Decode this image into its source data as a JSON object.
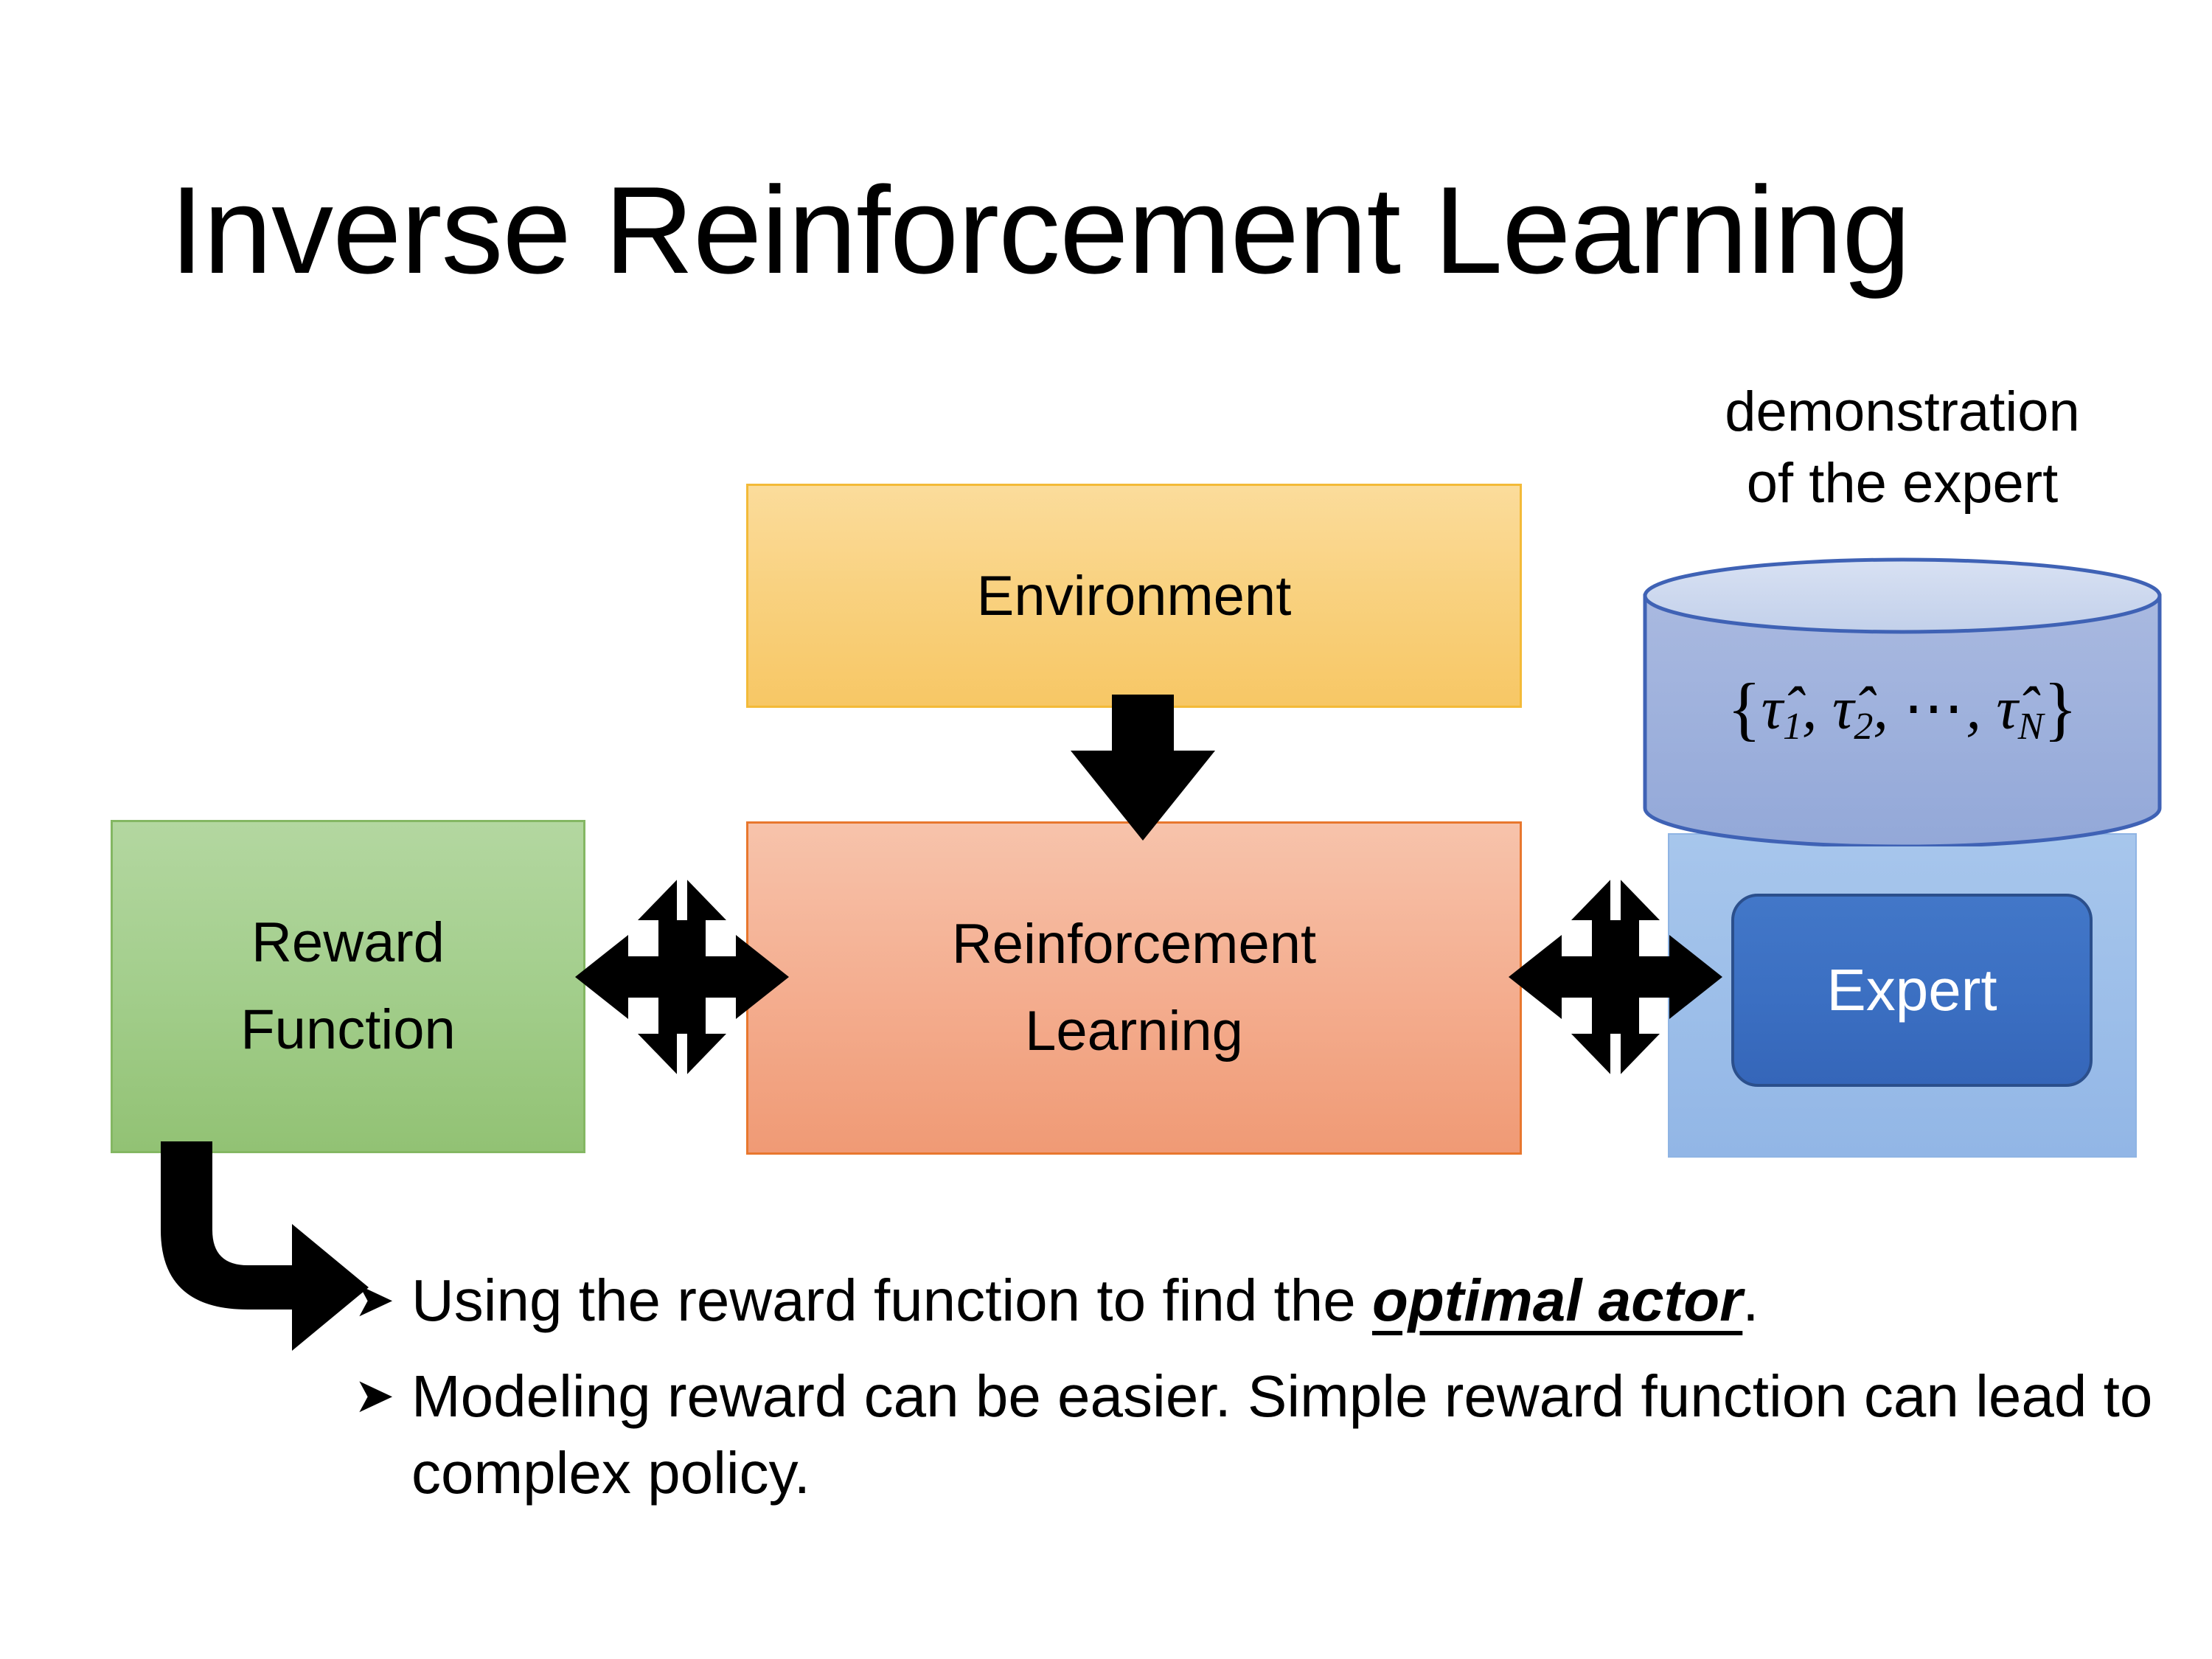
{
  "slide": {
    "title": "Inverse Reinforcement Learning",
    "background_color": "#FFFFFF"
  },
  "diagram": {
    "environment": {
      "label": "Environment",
      "fill_top": "#FBDC9B",
      "fill_bottom": "#F7C765",
      "border_color": "#F3BA38"
    },
    "reinforcement_learning": {
      "label_line1": "Reinforcement",
      "label_line2": "Learning",
      "fill_top": "#F7C3AB",
      "fill_bottom": "#F09A75",
      "border_color": "#E8772E"
    },
    "reward_function": {
      "label_line1": "Reward",
      "label_line2": "Function",
      "fill_top": "#B3D7A0",
      "fill_bottom": "#92C274",
      "border_color": "#84B763"
    },
    "demonstration": {
      "caption_line1": "demonstration",
      "caption_line2": "of the expert",
      "cylinder_label": "{τ̂1, τ̂2, ⋯, τ̂N}",
      "cylinder_tokens": {
        "open_brace": "{",
        "tau1": "τ̂",
        "sub1": "1",
        "sep1": ", ",
        "tau2": "τ̂",
        "sub2": "2",
        "sep2": ", ",
        "ellipsis": "⋯",
        "sep3": ", ",
        "tauN": "τ̂",
        "subN": "N",
        "close_brace": "}"
      },
      "cylinder_body_color": "#9DB0DC",
      "cylinder_top_color": "#CBD7EC",
      "cylinder_border_color": "#3F62B5",
      "backing_color": "#9CBEE9"
    },
    "expert": {
      "label": "Expert",
      "fill": "#3B6FC2",
      "border_color": "#2B4F8C",
      "text_color": "#FFFFFF"
    },
    "arrows": {
      "environment_to_rl": "down-arrow",
      "reward_to_rl": "left-right-up-down-arrow",
      "rl_to_expert": "left-right-up-down-arrow",
      "reward_to_bullets": "bent-elbow-arrow",
      "color": "#000000"
    }
  },
  "bullets": [
    {
      "marker": "➤",
      "text_before": "Using the reward function to find the ",
      "emphasis": "optimal actor",
      "text_after": "."
    },
    {
      "marker": "➤",
      "text_before": "Modeling reward can be easier. Simple reward function can lead to complex policy.",
      "emphasis": "",
      "text_after": ""
    }
  ]
}
